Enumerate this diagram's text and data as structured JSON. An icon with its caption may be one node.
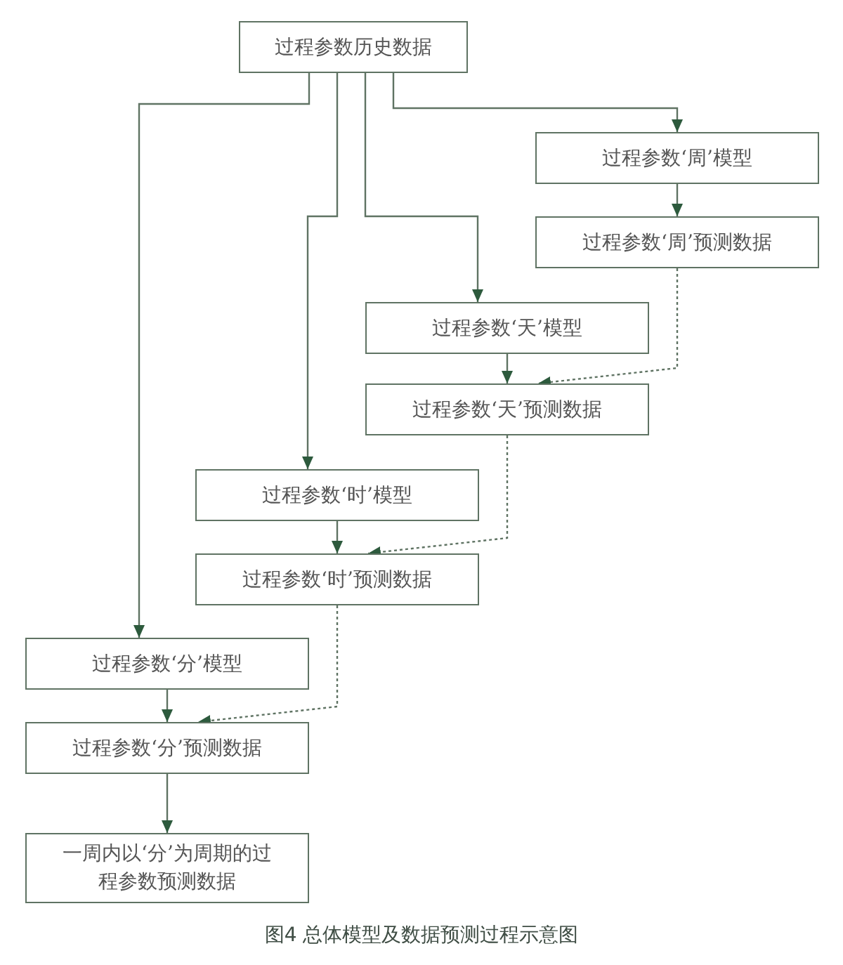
{
  "diagram": {
    "caption": "图4  总体模型及数据预测过程示意图",
    "nodes": [
      {
        "text": [
          "过程参数历史数据"
        ]
      },
      {
        "text": [
          "过程参数‘周’模型"
        ]
      },
      {
        "text": [
          "过程参数‘周’预测数据"
        ]
      },
      {
        "text": [
          "过程参数‘天’模型"
        ]
      },
      {
        "text": [
          "过程参数‘天’预测数据"
        ]
      },
      {
        "text": [
          "过程参数‘时’模型"
        ]
      },
      {
        "text": [
          "过程参数‘时’预测数据"
        ]
      },
      {
        "text": [
          "过程参数‘分’模型"
        ]
      },
      {
        "text": [
          "过程参数‘分’预测数据"
        ]
      },
      {
        "text": [
          "一周内以‘分’为周期的过程参数预测数据"
        ]
      }
    ],
    "edges": [
      {
        "from": 0,
        "to": 1,
        "arrow": "to"
      },
      {
        "from": 0,
        "to": 3,
        "arrow": "to"
      },
      {
        "from": 0,
        "to": 5,
        "arrow": "to"
      },
      {
        "from": 0,
        "to": 7,
        "arrow": "to"
      },
      {
        "from": 1,
        "to": 2,
        "arrow": "to"
      },
      {
        "from": 2,
        "to": 4,
        "arrow": "to",
        "style": "dashed"
      },
      {
        "from": 3,
        "to": 4,
        "arrow": "to"
      },
      {
        "from": 4,
        "to": 6,
        "arrow": "to",
        "style": "dashed"
      },
      {
        "from": 5,
        "to": 6,
        "arrow": "to"
      },
      {
        "from": 6,
        "to": 8,
        "arrow": "to",
        "style": "dashed"
      },
      {
        "from": 7,
        "to": 8,
        "arrow": "to"
      },
      {
        "from": 8,
        "to": 9,
        "arrow": "to"
      }
    ]
  }
}
